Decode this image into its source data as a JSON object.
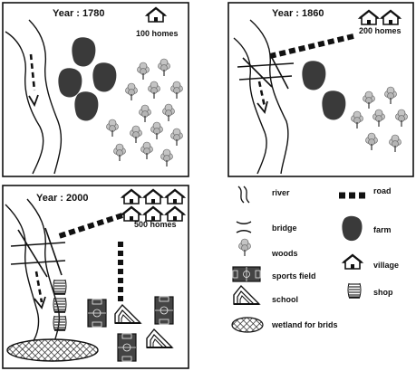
{
  "maps": {
    "y1780": {
      "title": "Year : 1780",
      "homes": "100 homes"
    },
    "y1860": {
      "title": "Year : 1860",
      "homes": "200 homes"
    },
    "y2000": {
      "title": "Year : 2000",
      "homes": "500 homes"
    }
  },
  "legend": {
    "river": "river",
    "road": "road",
    "bridge": "bridge",
    "farm": "farm",
    "woods": "woods",
    "village": "village",
    "sports_field": "sports field",
    "shop": "shop",
    "school": "school",
    "wetland": "wetland for brids"
  },
  "colors": {
    "ink": "#1a1a1a",
    "farm": "#3a3a3a",
    "tree": "#bdbdbd",
    "background": "#ffffff"
  },
  "icons": [
    "river-icon",
    "road-icon",
    "bridge-icon",
    "farm-icon",
    "woods-icon",
    "village-icon",
    "sports-field-icon",
    "shop-icon",
    "school-icon",
    "wetland-icon"
  ]
}
